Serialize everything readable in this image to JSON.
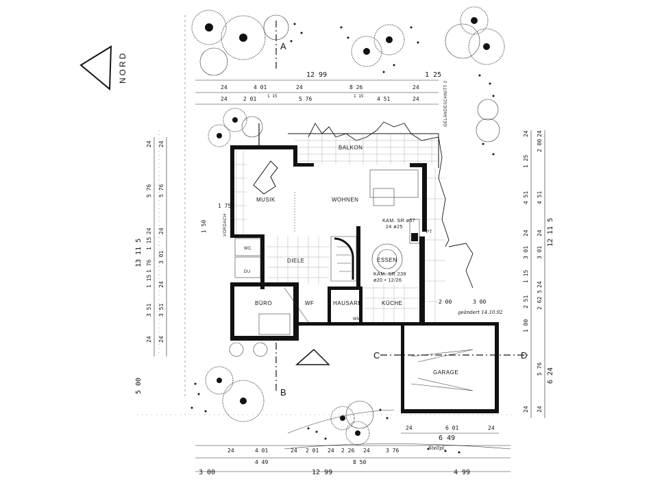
{
  "north": {
    "label": "NORD"
  },
  "rooms": {
    "balkon": "BALKON",
    "musik": "MUSIK",
    "wohnen": "WOHNEN",
    "diele": "DIELE",
    "essen": "ESSEN",
    "buero": "BÜRO",
    "wf": "WF",
    "hausarb": "HAUSARB",
    "kueche": "KÜCHE",
    "garage": "GARAGE",
    "du": "DU",
    "wc": "WC",
    "vordach": "VORDACH",
    "wm": "WM",
    "pt": "PT"
  },
  "notes": {
    "kamin1": "KAM. SR ø57",
    "kamin1b": "24 ø25",
    "kamin2": "KAM. SR 239",
    "kamin2b": "ø20 • 12/26",
    "gelaende": "GELÄNDESCHNITT 2",
    "hand1": "geändert 14.10.92",
    "hand2": "Stellpl."
  },
  "sections": {
    "a": "A",
    "b": "B",
    "c": "C",
    "d": "D"
  },
  "dims_top": {
    "total": "12 99",
    "right": "1 25",
    "r1": [
      "24",
      "4 01",
      "24",
      "8 26",
      "24"
    ],
    "r2": [
      "24",
      "2 01",
      "1 15",
      "5 76",
      "1 15",
      "4 51",
      "24"
    ]
  },
  "dims_bottom": {
    "r1": [
      "24",
      "4 01",
      "24",
      "2 01",
      "24",
      "2 26",
      "24",
      "3 76"
    ],
    "r2": [
      "4 49",
      "8 50"
    ],
    "total": [
      "3 00",
      "12 99",
      "4 99"
    ],
    "garage": [
      "24",
      "6 01",
      "24"
    ],
    "garage_total": "6 49"
  },
  "dims_left": {
    "total": "13 11 5",
    "lower": "5 00",
    "c1": [
      "24",
      "5 76",
      "24",
      "1 15",
      "1 76",
      "1 15",
      "3 51",
      "24"
    ],
    "c2": [
      "24",
      "5 76",
      "24",
      "3 01",
      "24",
      "3 51",
      "24"
    ],
    "vordach": [
      "1 75",
      "1 50"
    ]
  },
  "dims_right": {
    "total": "12 11 5",
    "garage_total": "6 24",
    "c1": [
      "24",
      "1 25",
      "4 51",
      "24",
      "3 01",
      "1 15",
      "2 51",
      "1 00",
      "24"
    ],
    "c2": [
      "24",
      "2 00",
      "4 51",
      "24",
      "3 01",
      "24",
      "2 62 5",
      "5 76",
      "24"
    ],
    "garage_dims": [
      "2 00",
      "3 00"
    ]
  },
  "colors": {
    "ink": "#111111",
    "paper": "#ffffff"
  }
}
